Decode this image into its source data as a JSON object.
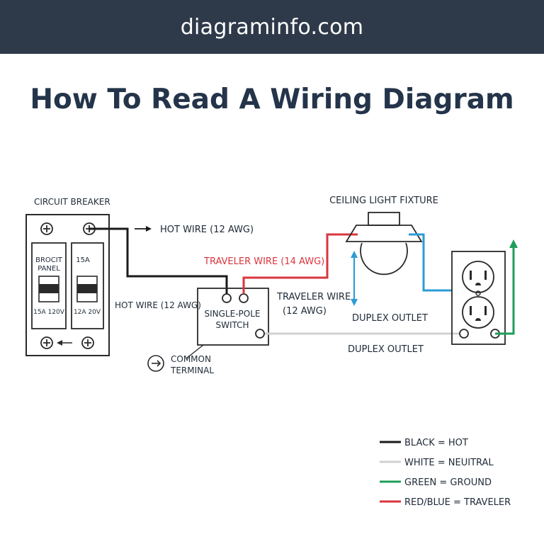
{
  "site": {
    "name": "diagraminfo.com"
  },
  "title": "How To Read A Wiring Diagram",
  "colors": {
    "banner": "#2e3a4a",
    "title": "#24344a",
    "hot": "#1a1a1a",
    "neutral": "#d0d0d0",
    "ground": "#1e9e5a",
    "traveler_red": "#d9363e",
    "traveler_blue": "#2e9bd6"
  },
  "labels": {
    "circuit_breaker": "CIRCUIT BREAKER",
    "breaker_left_line1": "BROCIT",
    "breaker_left_line2": "PANEL",
    "breaker_left_rating": "15A 120V",
    "breaker_right_top": "15A",
    "breaker_right_rating": "12A 20V",
    "hot_wire_top": "HOT WIRE (12 AWG)",
    "hot_wire_left": "HOT WIRE (12 AWG)",
    "traveler_red": "TRAVELER WIRE (14 AWG)",
    "traveler_blue_line1": "TRAVELER WIRE",
    "traveler_blue_line2": "(12 AWG)",
    "switch_line1": "SINGLE-POLE",
    "switch_line2": "SWITCH",
    "common_line1": "COMMON",
    "common_line2": "TERMINAL",
    "ceiling_light": "CEILING LIGHT FIXTURE",
    "duplex_outlet_upper": "DUPLEX OUTLET",
    "duplex_outlet_lower": "DUPLEX OUTLET"
  },
  "legend": [
    {
      "key": "hot",
      "label": "BLACK = HOT",
      "color": "#1a1a1a"
    },
    {
      "key": "neutral",
      "label": "WHITE = NEUITRAL",
      "color": "#d0d0d0"
    },
    {
      "key": "ground",
      "label": "GREEN = GROUND",
      "color": "#1e9e5a"
    },
    {
      "key": "traveler",
      "label": "RED/BLUE = TRAVELER",
      "color": "#d9363e"
    }
  ]
}
